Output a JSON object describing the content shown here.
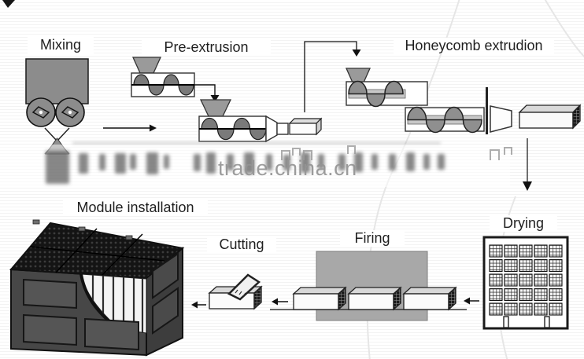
{
  "diagram": {
    "watermark_text": "trade.china.cn",
    "steps": [
      {
        "label": "Mixing"
      },
      {
        "label": "Pre-extrusion"
      },
      {
        "label": "Honeycomb extrudion"
      },
      {
        "label": "Drying"
      },
      {
        "label": "Firing"
      },
      {
        "label": "Cutting"
      },
      {
        "label": "Module installation"
      }
    ],
    "colors": {
      "machine_gray": "#8c8c8c",
      "funnel_gray": "#9a9a9a",
      "kiln_gray": "#a8a8a8",
      "module_dark": "#2b2b2b",
      "outline": "#1c1c1c",
      "watermark_gray": "#949494"
    }
  }
}
